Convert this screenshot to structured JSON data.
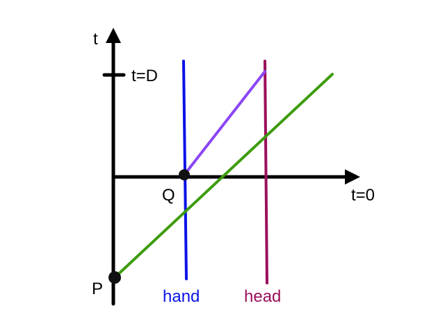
{
  "labels": {
    "t_axis": "t",
    "t_D": "t=D",
    "t_0": "t=0",
    "Q": "Q",
    "P": "P",
    "hand": "hand",
    "head": "head"
  },
  "colors": {
    "axis": "#000000",
    "hand_line": "#0a12e6",
    "head_line": "#9b0f5a",
    "purple_line": "#8c46f5",
    "green_line": "#3c9c0c",
    "point": "#111111"
  }
}
